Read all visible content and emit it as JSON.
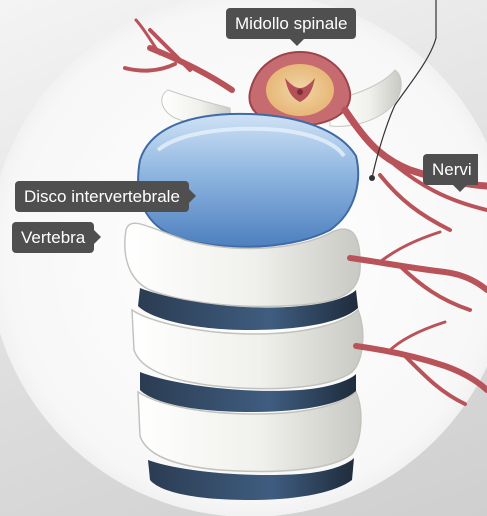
{
  "labels": {
    "spinal_cord": "Midollo spinale",
    "nerves": "Nervi",
    "disc": "Disco intervertebrale",
    "vertebra": "Vertebra"
  },
  "colors": {
    "label_background": "#4f4f4f",
    "label_text": "#ffffff",
    "bone": "#eeeeea",
    "disc": "#7fa9d6",
    "nerve": "#b9535a",
    "background": "#d9d9d9"
  },
  "icons": {
    "illustration": "spine-vertebrae-illustration"
  }
}
